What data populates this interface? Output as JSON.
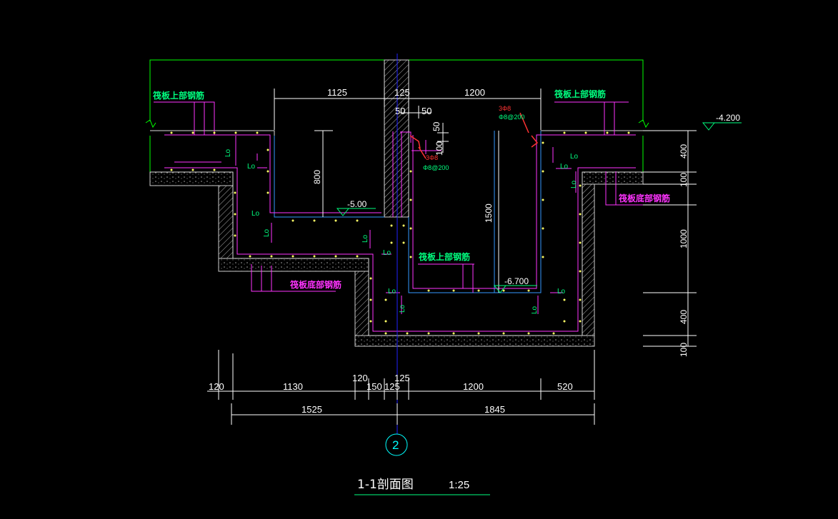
{
  "drawing": {
    "title": "1-1剖面图",
    "scale": "1:25",
    "axis_label": "2"
  },
  "top_dims": {
    "d1": "1125",
    "d2": "125",
    "d3": "1200"
  },
  "detail_dims": {
    "d50a": "50",
    "d50b": "50",
    "d50c": "50",
    "d100": "100"
  },
  "vertical_dims": {
    "pit_left": "800",
    "pit_right": "1500"
  },
  "elevations": {
    "top": "-4.200",
    "mid": "-5.00",
    "bottom": "-6.700"
  },
  "right_dims": {
    "r1": "400",
    "r2": "100",
    "r3": "1000",
    "r4": "400",
    "r5": "100"
  },
  "bottom_dims_row1": {
    "b1": "120",
    "b2": "1130",
    "b3": "120",
    "b4": "150",
    "b5": "125",
    "b6": "125",
    "b7": "1200",
    "b8": "520"
  },
  "bottom_dims_row2": {
    "t1": "1525",
    "t2": "1845"
  },
  "labels": {
    "raft_top_left": "筏板上部钢筋",
    "raft_top_right": "筏板上部钢筋",
    "raft_top_mid": "筏板上部钢筋",
    "raft_bottom_left": "筏板底部钢筋",
    "raft_bottom_right": "筏板底部钢筋",
    "lap": "Lo",
    "bar_red_left": "3Φ8",
    "bar_spec_left": "Φ8@200",
    "bar_red_right": "3Φ8",
    "bar_spec_right": "Φ8@200"
  },
  "colors": {
    "background": "#000000",
    "outline": "#00ff00",
    "rebar": "#ff33ff",
    "pit": "#3399ff",
    "axis": "#0000ff",
    "dimension": "#ffffff"
  }
}
